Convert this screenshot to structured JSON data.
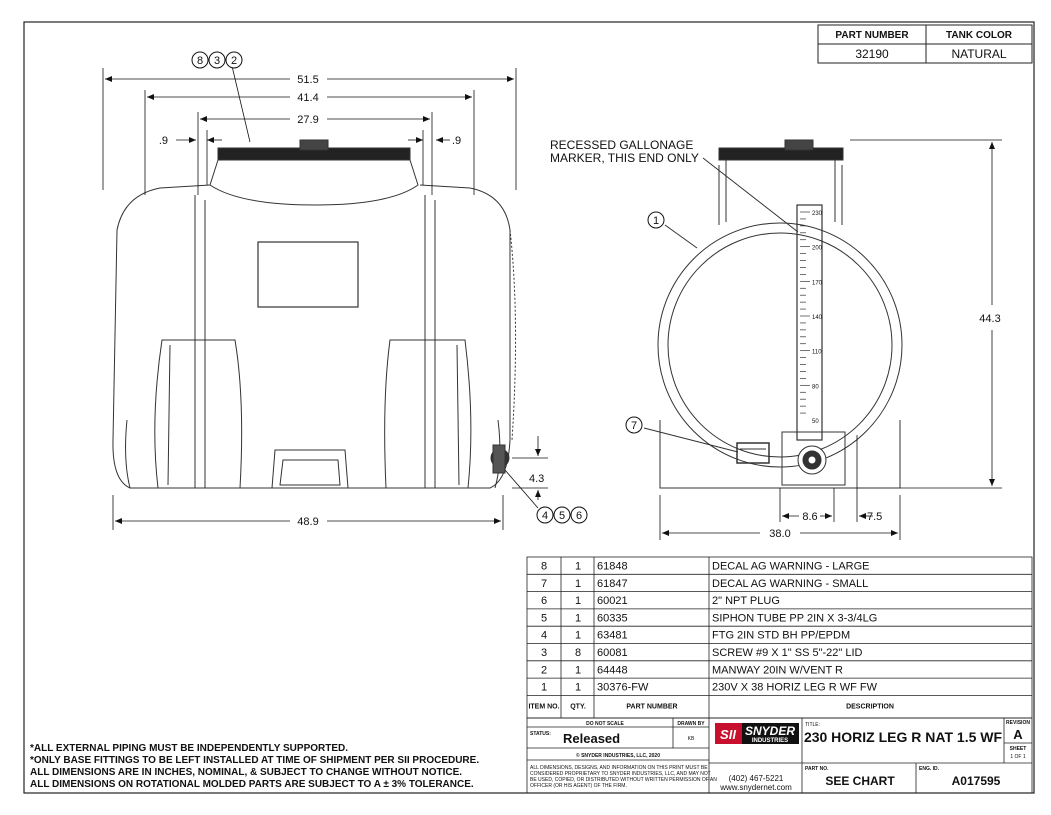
{
  "header_table": {
    "part_number_label": "PART NUMBER",
    "tank_color_label": "TANK COLOR",
    "part_number": "32190",
    "tank_color": "NATURAL"
  },
  "front_view": {
    "balloons": [
      "8",
      "3",
      "2"
    ],
    "bottom_balloons": [
      "4",
      "5",
      "6"
    ],
    "dim_overall": "51.5",
    "dim_top": "41.4",
    "dim_manway": "27.9",
    "dim_left_offset": ".9",
    "dim_right_offset": ".9",
    "dim_fitting_height": "4.3",
    "dim_base": "48.9"
  },
  "side_view": {
    "gallonage_note_line1": "RECESSED GALLONAGE",
    "gallonage_note_line2": "MARKER, THIS END ONLY",
    "balloon_tank": "1",
    "balloon_decal": "7",
    "dim_height": "44.3",
    "dim_fitting_offset": "8.6",
    "dim_fitting_right": "7.5",
    "dim_width": "38.0",
    "gallon_ticks": [
      "230",
      "200",
      "170",
      "140",
      "110",
      "80",
      "50"
    ]
  },
  "bom": {
    "headers": {
      "item": "ITEM NO.",
      "qty": "QTY.",
      "part": "PART NUMBER",
      "desc": "DESCRIPTION"
    },
    "rows": [
      {
        "item": "8",
        "qty": "1",
        "part": "61848",
        "desc": "DECAL AG WARNING - LARGE"
      },
      {
        "item": "7",
        "qty": "1",
        "part": "61847",
        "desc": "DECAL AG WARNING - SMALL"
      },
      {
        "item": "6",
        "qty": "1",
        "part": "60021",
        "desc": "2\" NPT PLUG"
      },
      {
        "item": "5",
        "qty": "1",
        "part": "60335",
        "desc": "SIPHON TUBE PP 2IN X 3-3/4LG"
      },
      {
        "item": "4",
        "qty": "1",
        "part": "63481",
        "desc": "FTG 2IN STD BH PP/EPDM"
      },
      {
        "item": "3",
        "qty": "8",
        "part": "60081",
        "desc": "SCREW #9 X 1\" SS 5\"-22\" LID"
      },
      {
        "item": "2",
        "qty": "1",
        "part": "64448",
        "desc": "MANWAY 20IN W/VENT R"
      },
      {
        "item": "1",
        "qty": "1",
        "part": "30376-FW",
        "desc": "230V X 38 HORIZ LEG R WF FW"
      }
    ]
  },
  "title_block": {
    "do_not_scale": "DO NOT SCALE",
    "drawn_by_label": "DRAWN BY",
    "drawn_by": "KB",
    "status_label": "STATUS:",
    "status": "Released",
    "copyright": "© SNYDER INDUSTRIES, LLC, 2020",
    "legal_1": "ALL DIMENSIONS, DESIGNS, AND INFORMATION ON THIS PRINT MUST BE",
    "legal_2": "CONSIDERED PROPRIETARY TO SNYDER INDUSTRIES, LLC, AND MAY NOT",
    "legal_3": "BE USED, COPIED, OR DISTRIBUTED WITHOUT WRITTEN PERMISSION OF AN",
    "legal_4": "OFFICER (OR HIS AGENT) OF THE FIRM.",
    "logo_mark": "SII",
    "logo_name": "SNYDER",
    "logo_sub": "INDUSTRIES",
    "phone": "(402) 467-5221",
    "website": "www.snydernet.com",
    "title_label": "TITLE:",
    "title": "230 HORIZ LEG R NAT 1.5 WF",
    "revision_label": "REVISION",
    "revision": "A",
    "sheet_label": "SHEET",
    "sheet": "1 OF 1",
    "part_no_label": "PART NO.",
    "part_no": "SEE CHART",
    "eng_id_label": "ENG. ID.",
    "eng_id": "A017595"
  },
  "notes": [
    "*ALL EXTERNAL PIPING MUST BE INDEPENDENTLY SUPPORTED.",
    "*ONLY BASE FITTINGS TO BE LEFT INSTALLED AT TIME OF SHIPMENT PER SII PROCEDURE.",
    "ALL DIMENSIONS ARE IN INCHES, NOMINAL, & SUBJECT TO CHANGE WITHOUT NOTICE.",
    "ALL DIMENSIONS ON ROTATIONAL MOLDED PARTS ARE SUBJECT TO A ± 3% TOLERANCE."
  ]
}
